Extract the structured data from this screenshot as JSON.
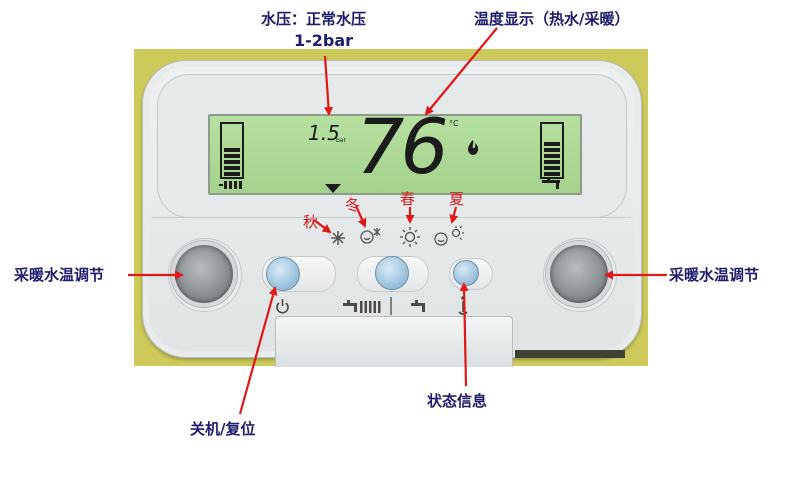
{
  "display": {
    "pressure_value": "1.5",
    "pressure_unit": "bar",
    "temperature_value": "76",
    "temperature_unit": "°C"
  },
  "annotations": {
    "water_pressure_title": "水压：正常水压",
    "water_pressure_range": "1-2bar",
    "temperature_display": "温度显示（热水/采暖）",
    "left_knob": "采暖水温调节",
    "right_knob": "采暖水温调节",
    "power_reset": "关机/复位",
    "status_info": "状态信息"
  },
  "seasons": {
    "autumn": "秋",
    "winter": "冬",
    "spring": "春",
    "summer": "夏"
  },
  "colors": {
    "annotation_blue": "#1d1d6e",
    "annotation_red": "#d42020",
    "lcd_green": "#a4d18c",
    "button_blue": "#9fc3de",
    "housing_olive": "#cdc95a"
  },
  "icons": {
    "flame": "flame-icon",
    "power": "power-icon",
    "radiator": "radiator-icon",
    "tap": "tap-icon",
    "info": "info-icon",
    "snowflake": "snowflake-icon",
    "sun": "sun-icon"
  }
}
